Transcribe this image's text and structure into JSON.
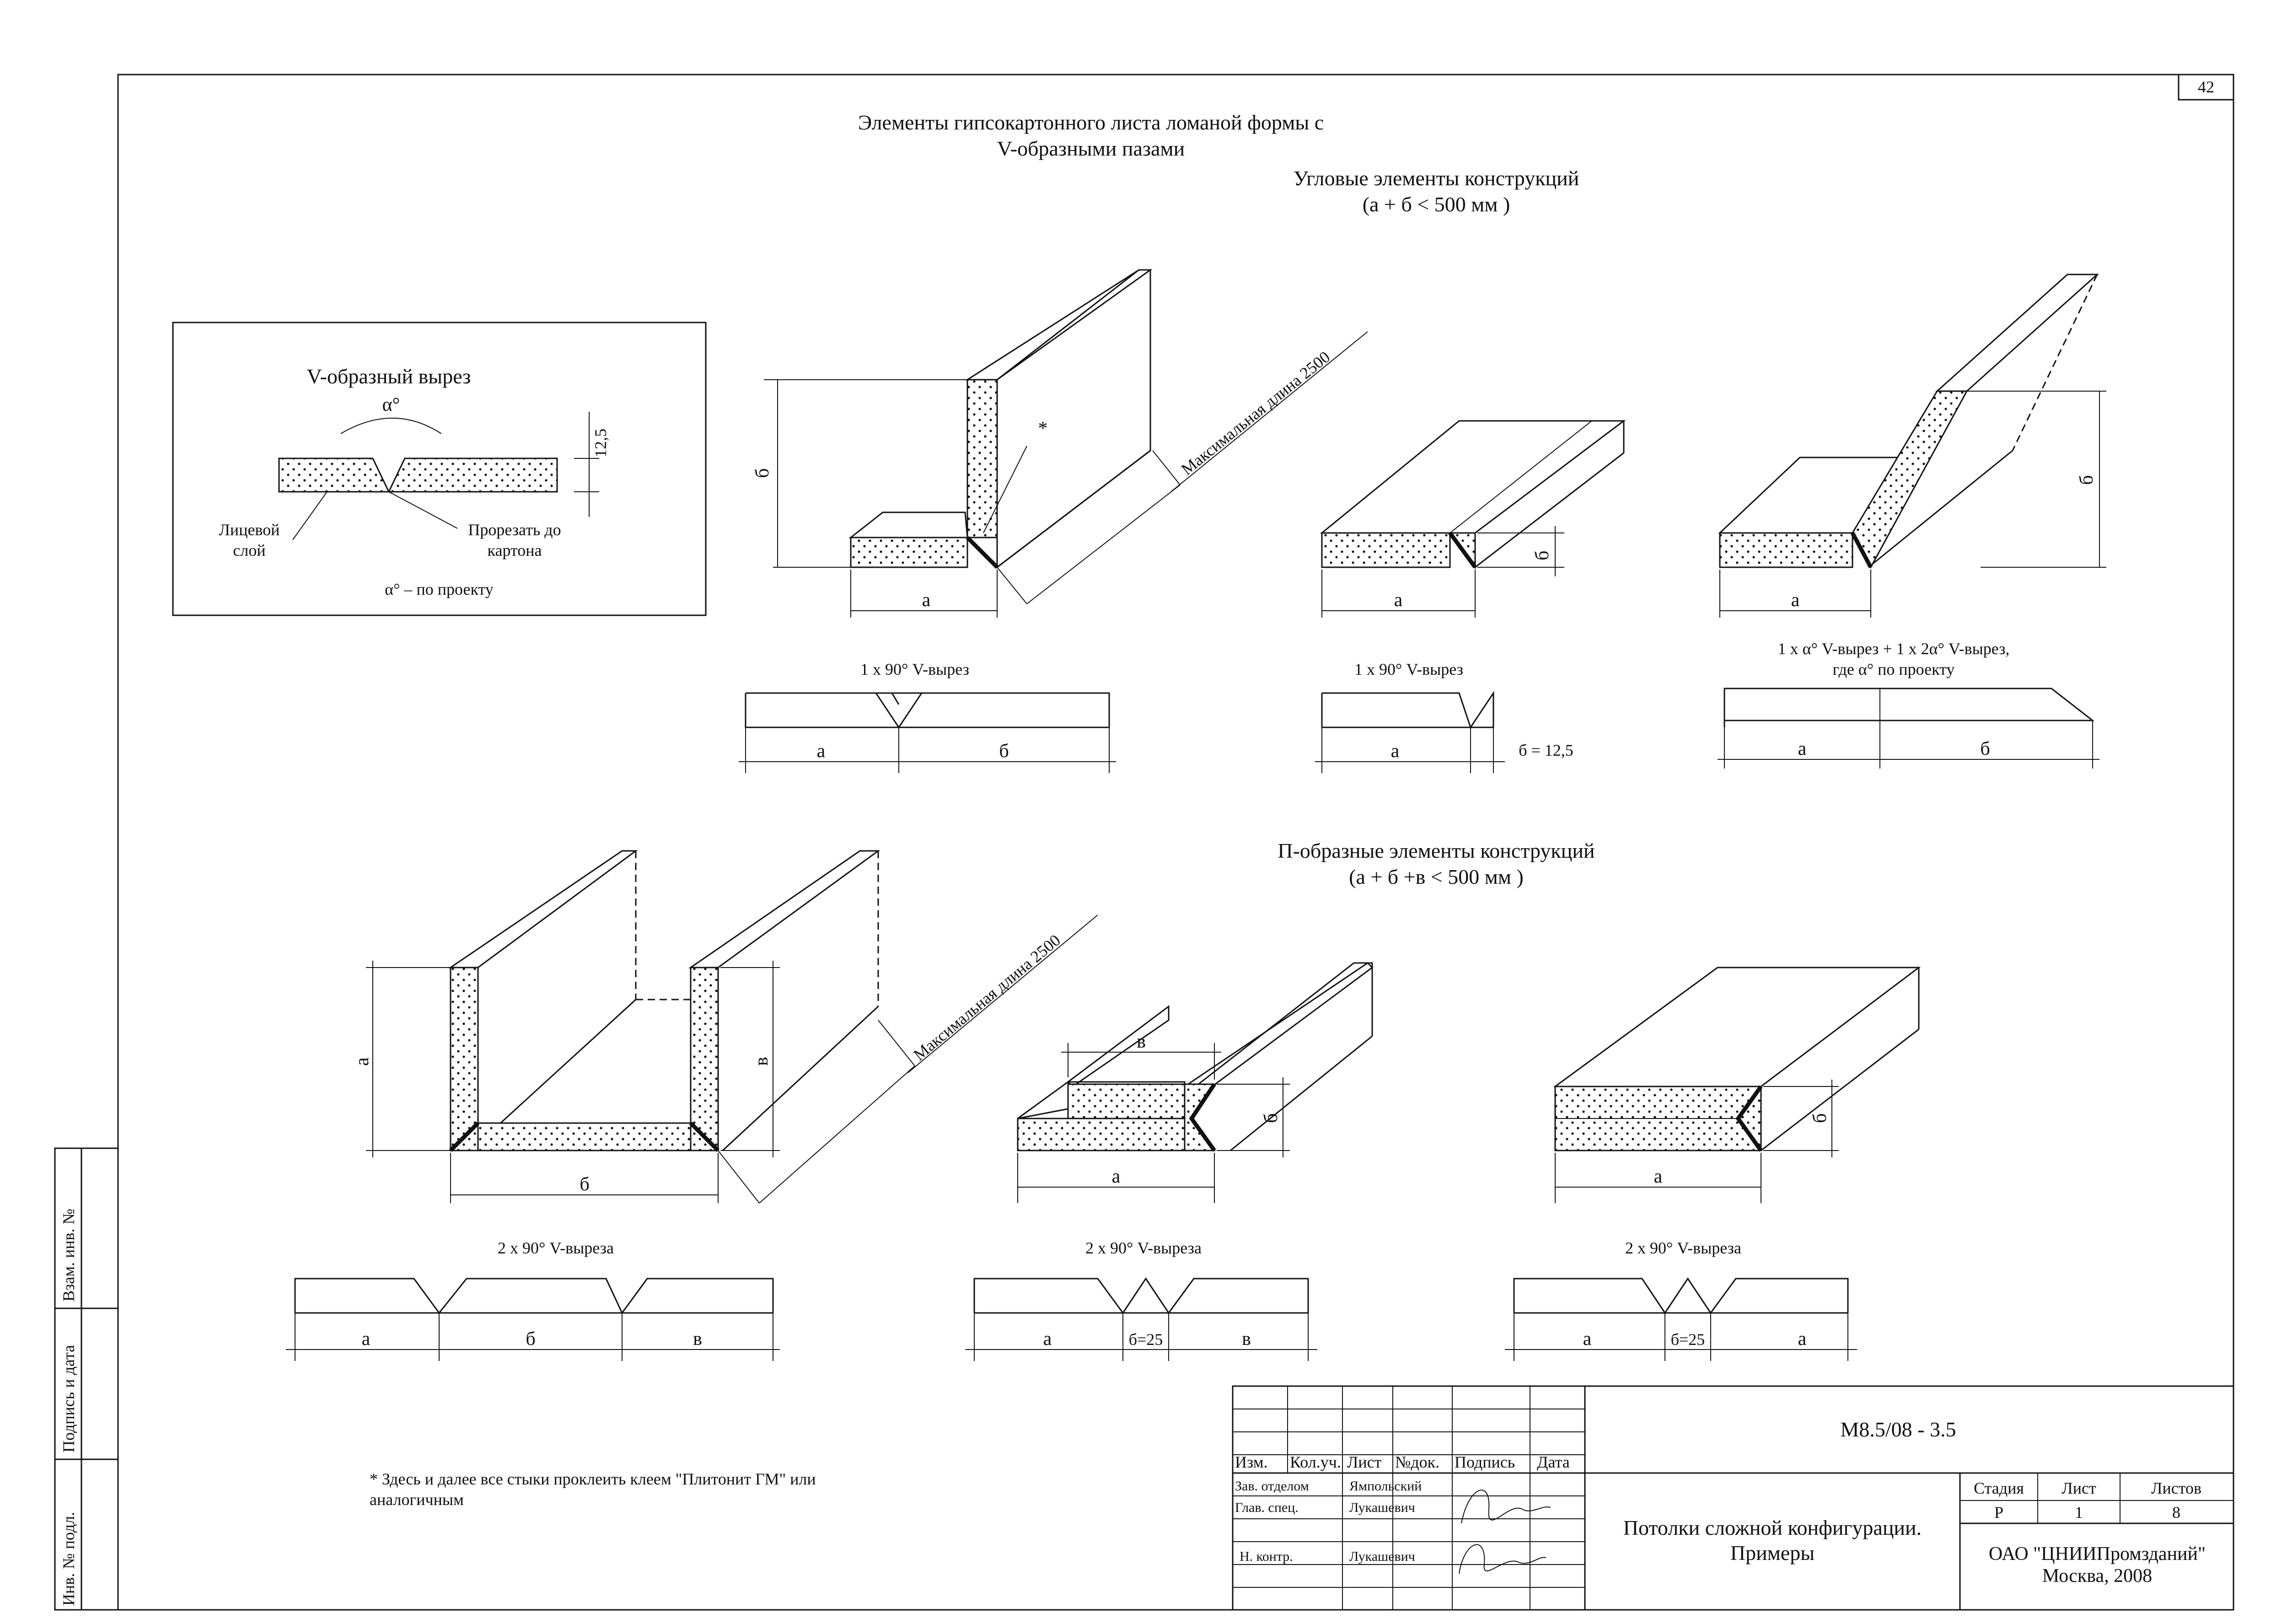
{
  "page_number": "42",
  "header": {
    "title_line1": "Элементы гипсокартонного листа ломаной формы с",
    "title_line2": "V-образными пазами"
  },
  "corner_section": {
    "title": "Угловые элементы конструкций",
    "constraint": "(а + б < 500 мм )"
  },
  "u_section": {
    "title": "П-образные элементы конструкций",
    "constraint": "(а + б +в < 500 мм )"
  },
  "v_cut_box": {
    "title": "V-образный вырез",
    "angle": "α°",
    "thickness": "12,5",
    "face_layer_1": "Лицевой",
    "face_layer_2": "слой",
    "cut_to_1": "Прорезать до",
    "cut_to_2": "картона",
    "angle_note": "α° – по проекту"
  },
  "labels": {
    "a": "а",
    "b": "б",
    "v": "в",
    "asterisk": "*",
    "max_length": "Максимальная длина 2500",
    "b_eq_12_5": "б = 12,5",
    "b_eq_25": "б=25"
  },
  "captions": {
    "one_90": "1 х 90°  V-вырез",
    "one_alpha_1": "1 х α°  V-вырез + 1 х 2α°  V-вырез,",
    "one_alpha_2": "где α° по проекту",
    "two_90": "2 х 90°  V-выреза"
  },
  "footnote_line1": "* Здесь и далее все стыки проклеить клеем \"Плитонит ГМ\" или",
  "footnote_line2": "аналогичным",
  "side_stamp": {
    "inv_podl": "Инв. № подл.",
    "podpis_data": "Подпись и дата",
    "vzam_inv": "Взам. инв. №"
  },
  "title_block": {
    "doc_code": "М8.5/08 - 3.5",
    "col_izm": "Изм.",
    "col_kol": "Кол.уч.",
    "col_list": "Лист",
    "col_ndok": "№док.",
    "col_podpis": "Подпись",
    "col_data": "Дата",
    "role1": "Зав. отделом",
    "name1": "Ямпольский",
    "role2": "Глав. спец.",
    "name2": "Лукашевич",
    "role3": "Н. контр.",
    "name3": "Лукашевич",
    "sheet_name_1": "Потолки сложной конфигурации.",
    "sheet_name_2": "Примеры",
    "stage_label": "Стадия",
    "list_label": "Лист",
    "lists_label": "Листов",
    "stage_value": "Р",
    "list_value": "1",
    "lists_value": "8",
    "org_1": "ОАО \"ЦНИИПромзданий\"",
    "org_2": "Москва, 2008"
  }
}
